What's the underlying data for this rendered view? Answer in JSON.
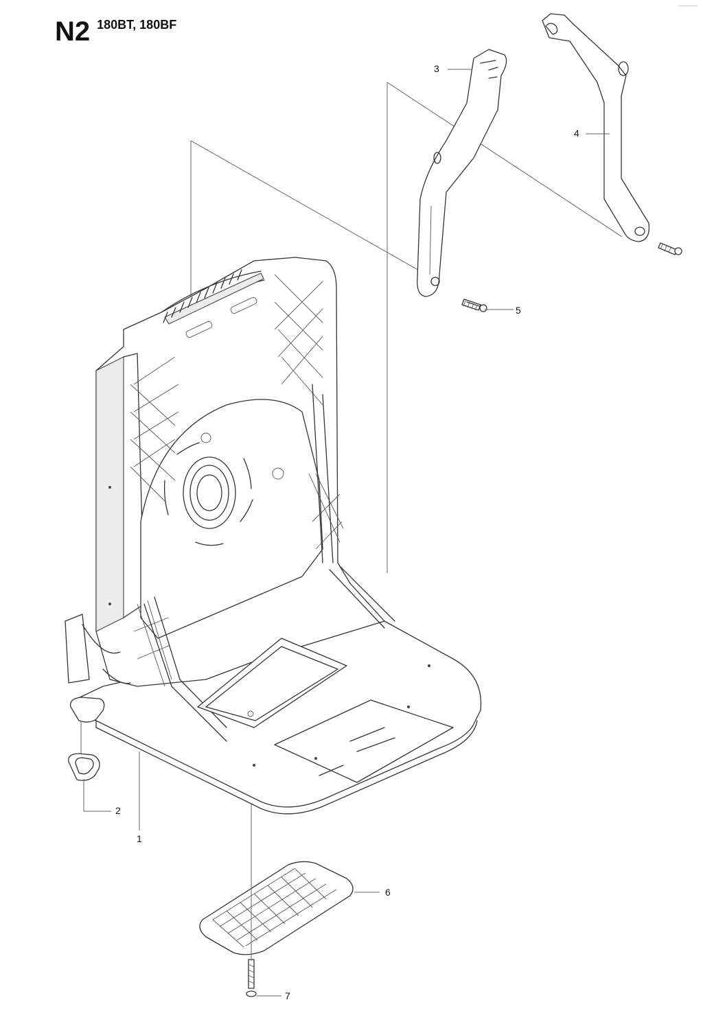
{
  "header": {
    "code": "N2",
    "models": "180BT, 180BF"
  },
  "callouts": [
    {
      "id": "1",
      "label": "1"
    },
    {
      "id": "2",
      "label": "2"
    },
    {
      "id": "3",
      "label": "3"
    },
    {
      "id": "4",
      "label": "4"
    },
    {
      "id": "5",
      "label": "5"
    },
    {
      "id": "6",
      "label": "6"
    },
    {
      "id": "7",
      "label": "7"
    }
  ]
}
